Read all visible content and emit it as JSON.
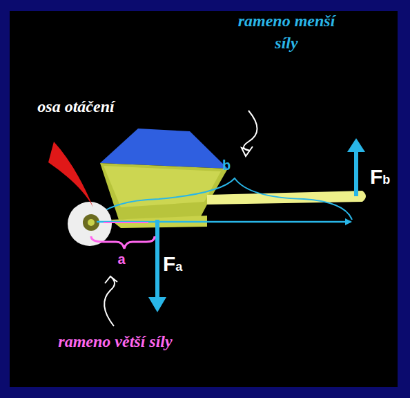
{
  "diagram": {
    "labels": [
      "rameno menší síly",
      "osa otáčení",
      "b",
      "Fb",
      "a",
      "Fa",
      "rameno větší síly"
    ]
  }
}
